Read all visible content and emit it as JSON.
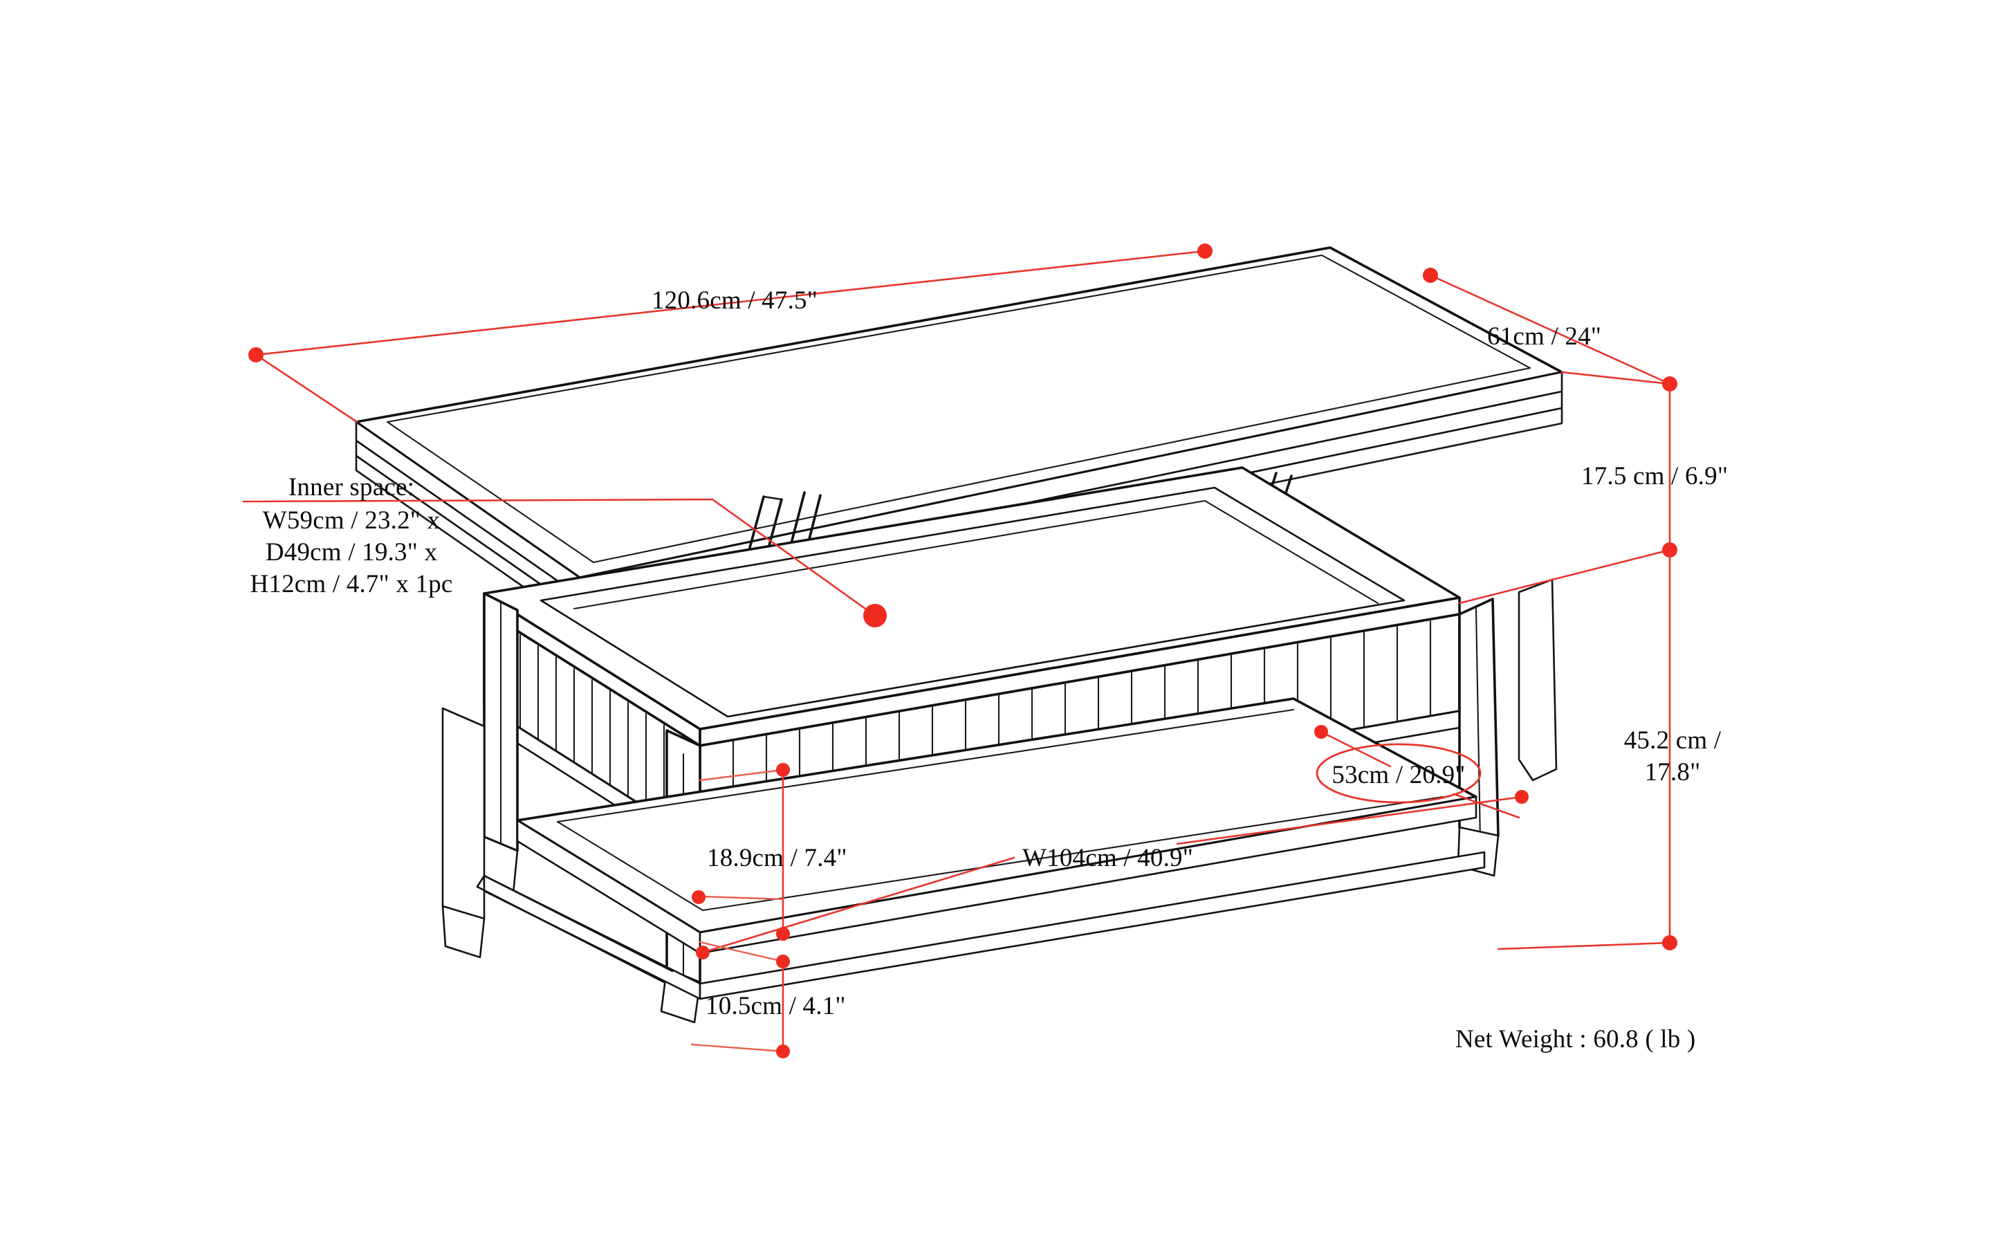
{
  "document": {
    "type": "product-dimension-diagram",
    "subject": "lift-top coffee table",
    "background_color": "#ffffff",
    "line_color": "#111111",
    "dimension_color": "#e8352c"
  },
  "dimensions": {
    "overall_width": "120.6cm / 47.5\"",
    "overall_depth": "61cm / 24\"",
    "lift_rise_height": "17.5 cm / 6.9\"",
    "table_height": "45.2 cm /",
    "table_height_line2": "17.8\"",
    "shelf_clearance": "18.9cm / 7.4\"",
    "shelf_width": "W104cm / 40.9\"",
    "shelf_depth_callout": "53cm / 20.9\"",
    "leg_height_below_shelf": "10.5cm / 4.1\""
  },
  "inner_space": {
    "line1": "Inner space:",
    "line2": "W59cm / 23.2\" x",
    "line3": "D49cm / 19.3\" x",
    "line4": "H12cm / 4.7\" x 1pc"
  },
  "weight": {
    "label": "Net Weight : 60.8 ( lb )"
  }
}
